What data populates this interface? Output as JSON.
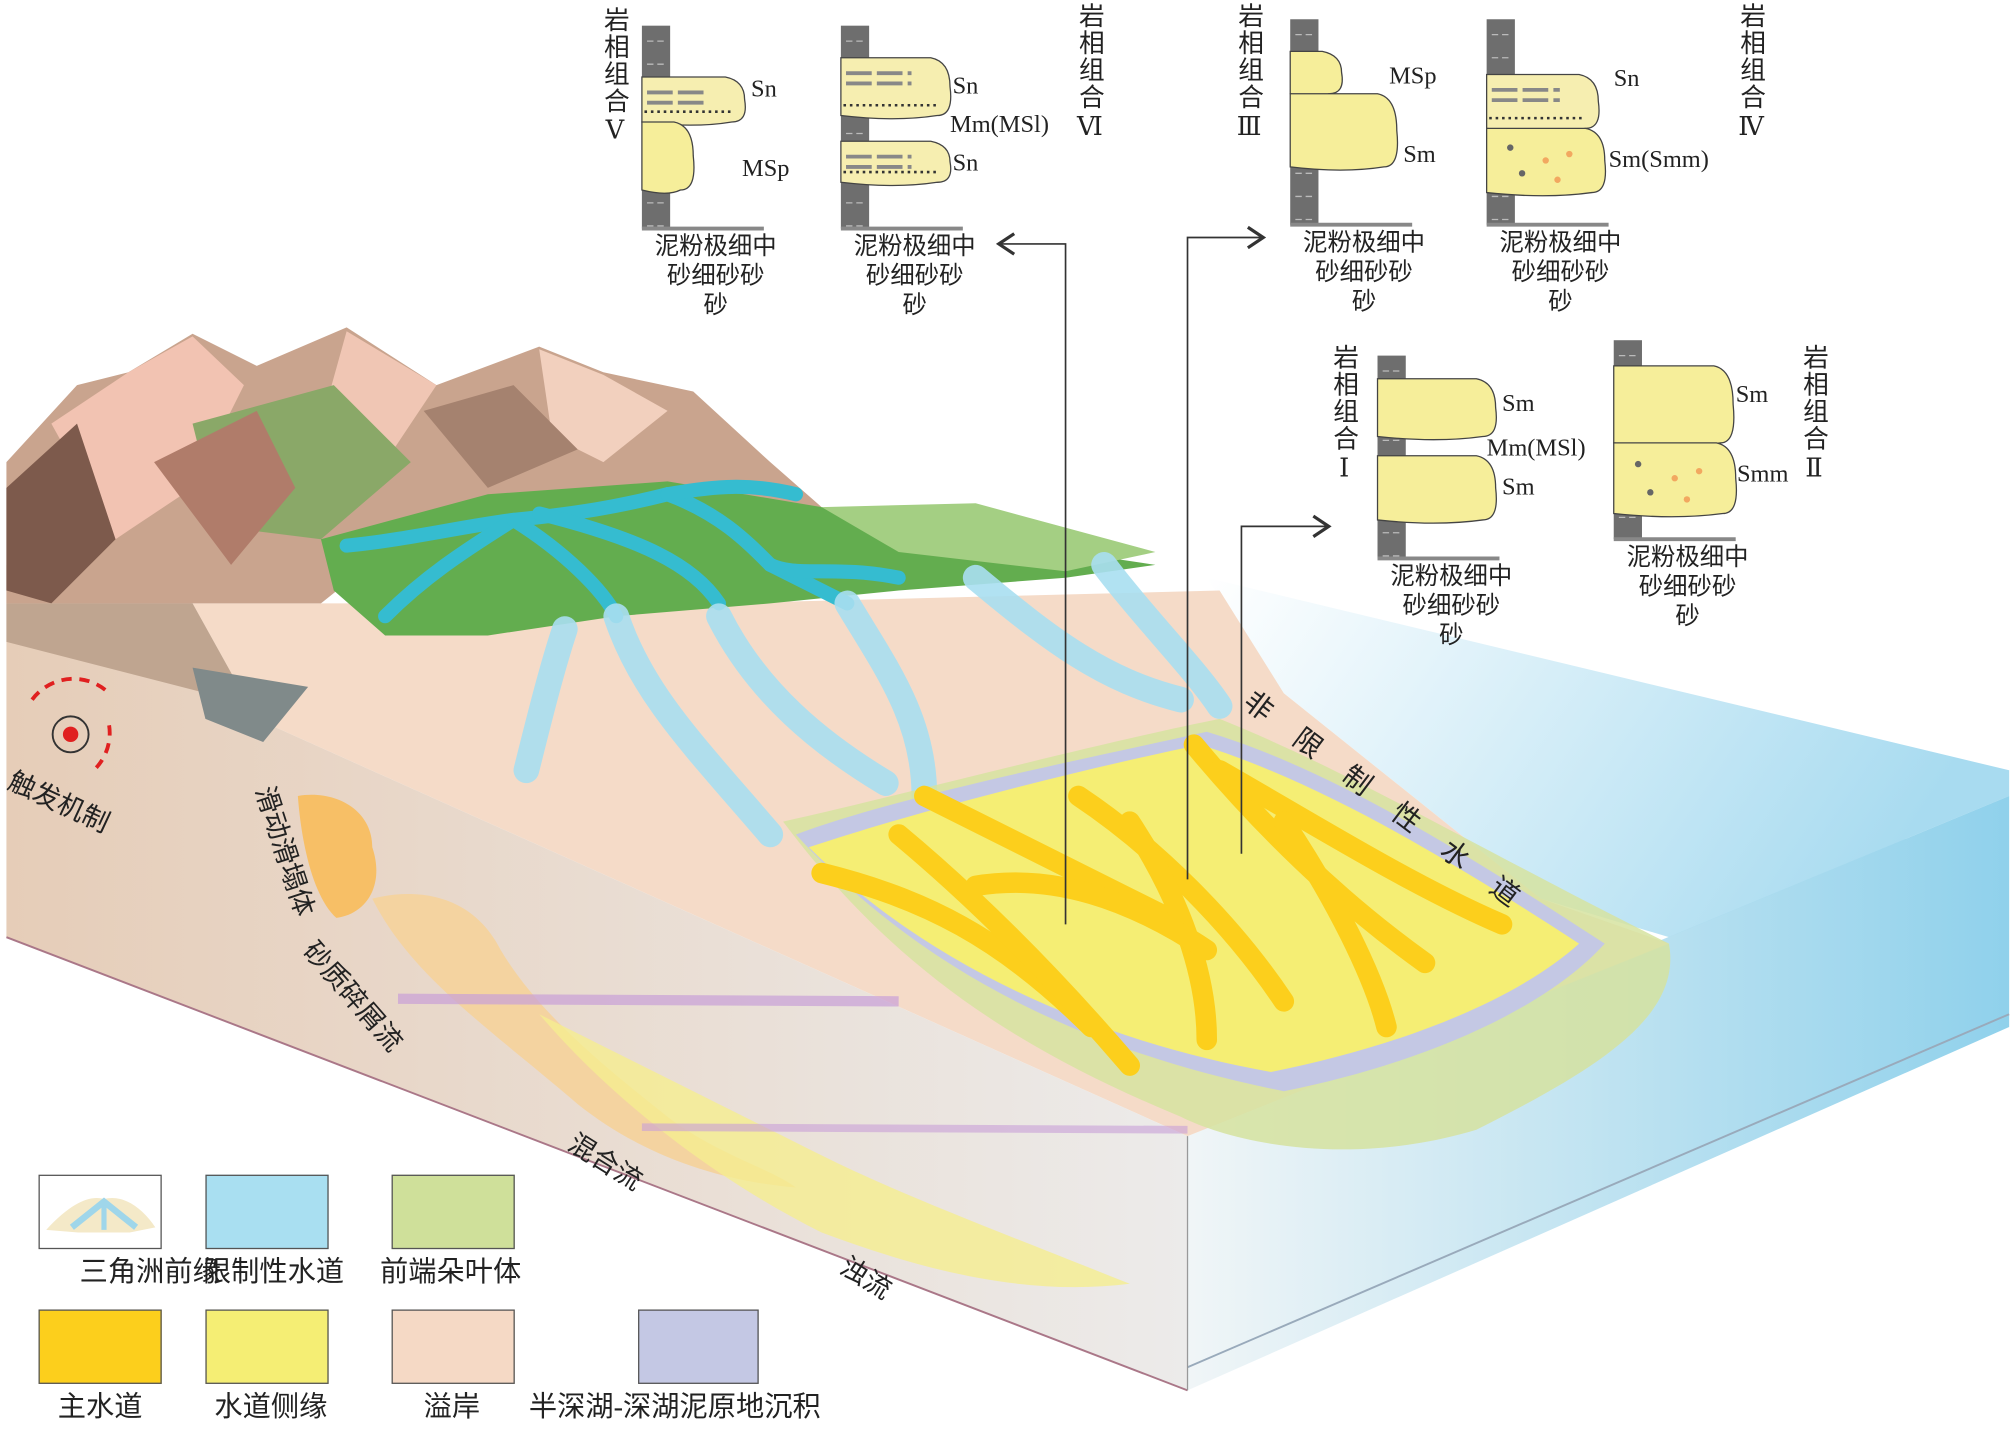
{
  "facies_columns": [
    {
      "id": "V",
      "title": "岩相组合Ⅴ",
      "units": [
        "Sn",
        "MSp"
      ]
    },
    {
      "id": "VI",
      "title": "岩相组合Ⅵ",
      "units": [
        "Sn",
        "Mm(MSl)",
        "Sn"
      ]
    },
    {
      "id": "III",
      "title": "岩相组合Ⅲ",
      "units": [
        "MSp",
        "Sm"
      ]
    },
    {
      "id": "IV",
      "title": "岩相组合Ⅳ",
      "units": [
        "Sn",
        "Sm(Smm)"
      ]
    },
    {
      "id": "I",
      "title": "岩相组合Ⅰ",
      "units": [
        "Sm",
        "Mm(MSl)",
        "Sm"
      ]
    },
    {
      "id": "II",
      "title": "岩相组合Ⅱ",
      "units": [
        "Sm",
        "Smm"
      ]
    }
  ],
  "grain_axis": "泥粉极细中\n砂细砂砂\n砂",
  "diagram_labels": {
    "trigger": "触发机制",
    "slump": "滑动滑塌体",
    "sandy_debris": "砂质碎屑流",
    "hybrid": "混合流",
    "turbidity": "浊流",
    "unconfined": "非限制性水道"
  },
  "legend": [
    {
      "label": "三角洲前缘",
      "color": "#f4e9c8"
    },
    {
      "label": "限制性水道",
      "color": "#a9dff1"
    },
    {
      "label": "前端朵叶体",
      "color": "#cfe09a"
    },
    {
      "label": "主水道",
      "color": "#fccf1c"
    },
    {
      "label": "水道侧缘",
      "color": "#f5ee74"
    },
    {
      "label": "溢岸",
      "color": "#f5d9c5"
    },
    {
      "label": "半深湖-深湖泥原地沉积",
      "color": "#c4c8e4"
    }
  ]
}
